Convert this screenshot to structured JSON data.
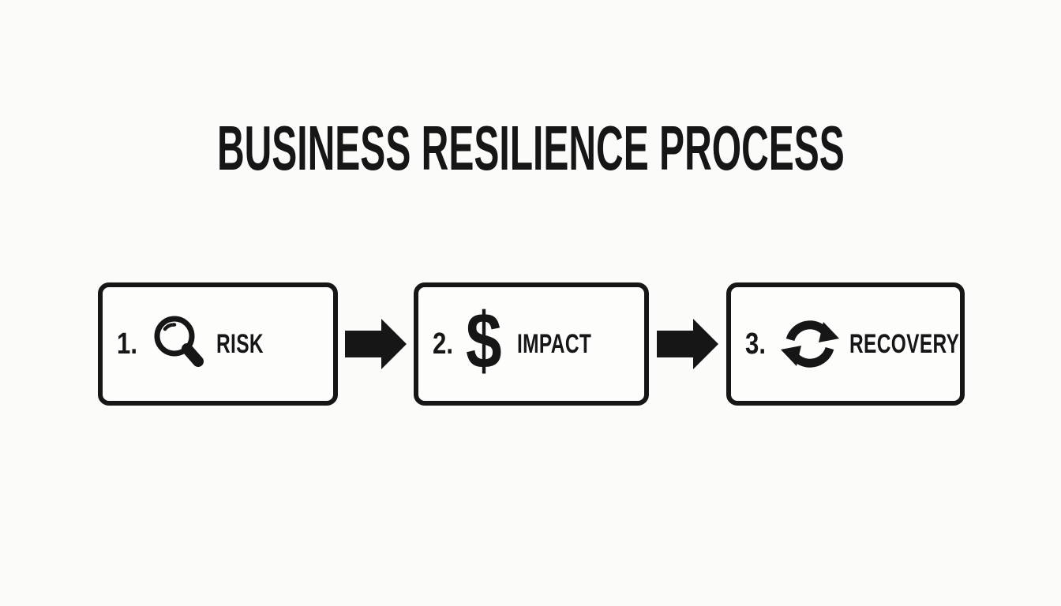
{
  "title": "BUSINESS RESILIENCE PROCESS",
  "steps": [
    {
      "number": "1.",
      "label": "RISK",
      "icon": "magnifier-icon"
    },
    {
      "number": "2.",
      "label": "IMPACT",
      "icon": "dollar-icon",
      "glyph": "$"
    },
    {
      "number": "3.",
      "label": "RECOVERY",
      "icon": "cycle-icon"
    }
  ],
  "connectors": [
    {
      "type": "arrow-right"
    },
    {
      "type": "arrow-right"
    }
  ],
  "colors": {
    "ink": "#161616",
    "background": "#fbfbf9",
    "box_fill": "#fdfdfc"
  }
}
